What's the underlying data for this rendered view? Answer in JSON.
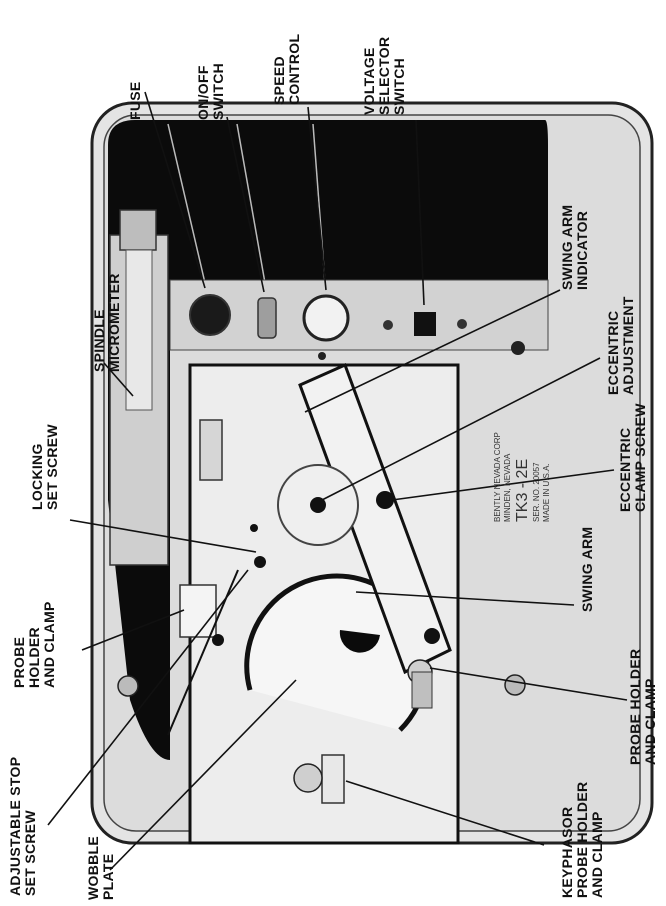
{
  "labels": {
    "fuse": [
      "FUSE"
    ],
    "on_off_switch": [
      "ON/OFF",
      "SWITCH"
    ],
    "speed_control": [
      "SPEED",
      "CONTROL"
    ],
    "voltage_selector_switch": [
      "VOLTAGE",
      "SELECTOR",
      "SWITCH"
    ],
    "swing_arm_indicator": [
      "SWING ARM",
      "INDICATOR"
    ],
    "eccentric_adjustment": [
      "ECCENTRIC",
      "ADJUSTMENT"
    ],
    "eccentric_clamp_screw": [
      "ECCENTRIC",
      "CLAMP SCREW"
    ],
    "swing_arm": [
      "SWING ARM"
    ],
    "probe_holder_clamp_right": [
      "PROBE HOLDER",
      "AND CLAMP"
    ],
    "keyphasor_probe_holder": [
      "KEYPHASOR",
      "PROBE HOLDER",
      "AND CLAMP"
    ],
    "spindle_micrometer": [
      "SPINDLE",
      "MICROMETER"
    ],
    "locking_set_screw": [
      "LOCKING",
      "SET SCREW"
    ],
    "probe_holder_clamp_left": [
      "PROBE",
      "HOLDER",
      "AND CLAMP"
    ],
    "adjustable_stop_set_screw": [
      "ADJUSTABLE STOP",
      "SET SCREW"
    ],
    "wobble_plate": [
      "WOBBLE",
      "PLATE"
    ]
  },
  "nameplate": [
    "BENTLY NEVADA CORP",
    "MINDEN, NEVADA",
    "TK3 - 2E",
    "SER. NO. 20057",
    "MADE IN U.S.A."
  ],
  "colors": {
    "ink": "#111111",
    "panel": "#d9d9d9",
    "shadow": "#0b0b0b",
    "plate": "#ededed"
  }
}
